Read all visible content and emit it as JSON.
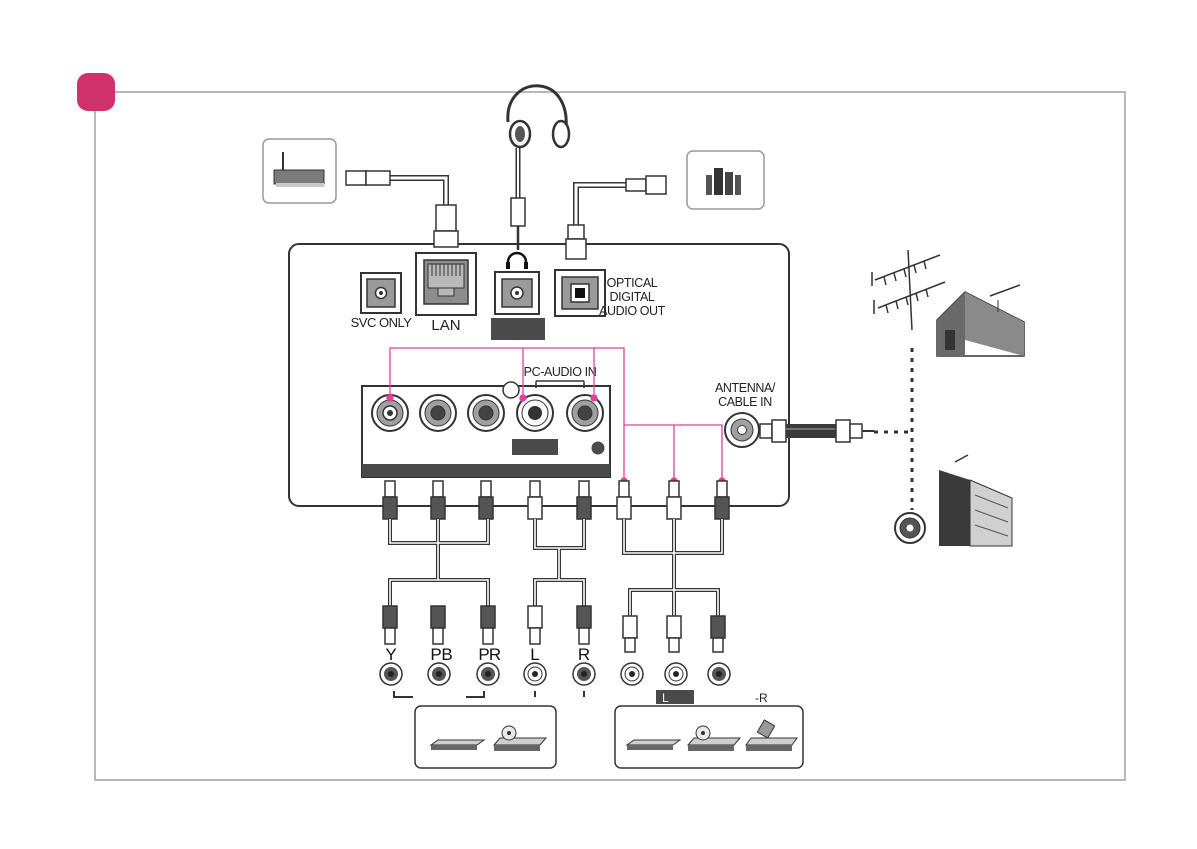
{
  "labels": {
    "svc_only": "SVC ONLY",
    "lan": "LAN",
    "optical_line1": "OPTICAL",
    "optical_line2": "DIGITAL",
    "optical_line3": "AUDIO OUT",
    "pc_audio_in": "PC-AUDIO IN",
    "antenna_line1": "ANTENNA/",
    "antenna_line2": "CABLE IN",
    "y": "Y",
    "pb_main": "P",
    "pb_sub": "B",
    "pr_main": "P",
    "pr_sub": "R",
    "l": "L",
    "r": "R",
    "bottom_l": "L",
    "bottom_r": "-R"
  },
  "colors": {
    "accent": "#d1316b",
    "magenta_line": "#e0409a",
    "panel_stroke": "#333333",
    "frame": "#b5b5b5",
    "dark_box": "#4a4a4a"
  },
  "icons": [
    "router-icon",
    "headphones-icon",
    "speaker-system-icon",
    "antenna-icon",
    "house-icon",
    "building-icon",
    "cable-outlet-icon",
    "dvd-player-icon",
    "disc-player-icon",
    "set-top-box-icon"
  ]
}
